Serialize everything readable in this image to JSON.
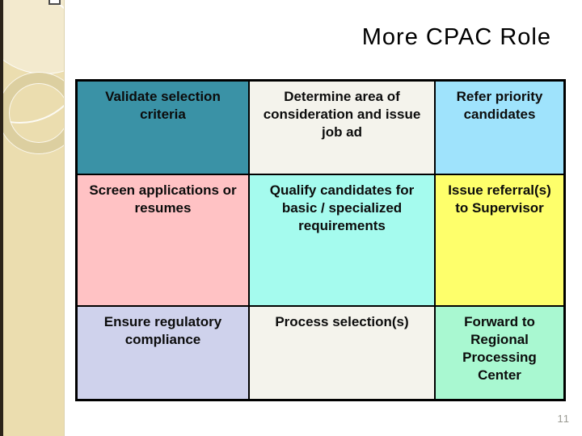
{
  "title": "More CPAC Role",
  "page_number": "11",
  "theme": {
    "sidebar_color": "#EBDDAF",
    "sidebar_edge_color": "#2B2318",
    "table_border_color": "#000000"
  },
  "table": {
    "rows": [
      {
        "cells": [
          {
            "text": "Validate selection criteria",
            "bg": "#3A92A6"
          },
          {
            "text": "Determine area of consideration and issue job ad",
            "bg": "#F4F3EC"
          },
          {
            "text": "Refer priority candidates",
            "bg": "#9FE3FC"
          }
        ]
      },
      {
        "cells": [
          {
            "text": "Screen applications or resumes",
            "bg": "#FFC2C4"
          },
          {
            "text": "Qualify candidates for basic / specialized requirements",
            "bg": "#A5FBEE"
          },
          {
            "text": "Issue referral(s) to Supervisor",
            "bg": "#FEFF6B"
          }
        ]
      },
      {
        "cells": [
          {
            "text": "Ensure regulatory compliance",
            "bg": "#CFD2EC"
          },
          {
            "text": "Process selection(s)",
            "bg": "#F4F3EC"
          },
          {
            "text": "Forward to Regional Processing Center",
            "bg": "#A9F8D1"
          }
        ]
      }
    ]
  }
}
